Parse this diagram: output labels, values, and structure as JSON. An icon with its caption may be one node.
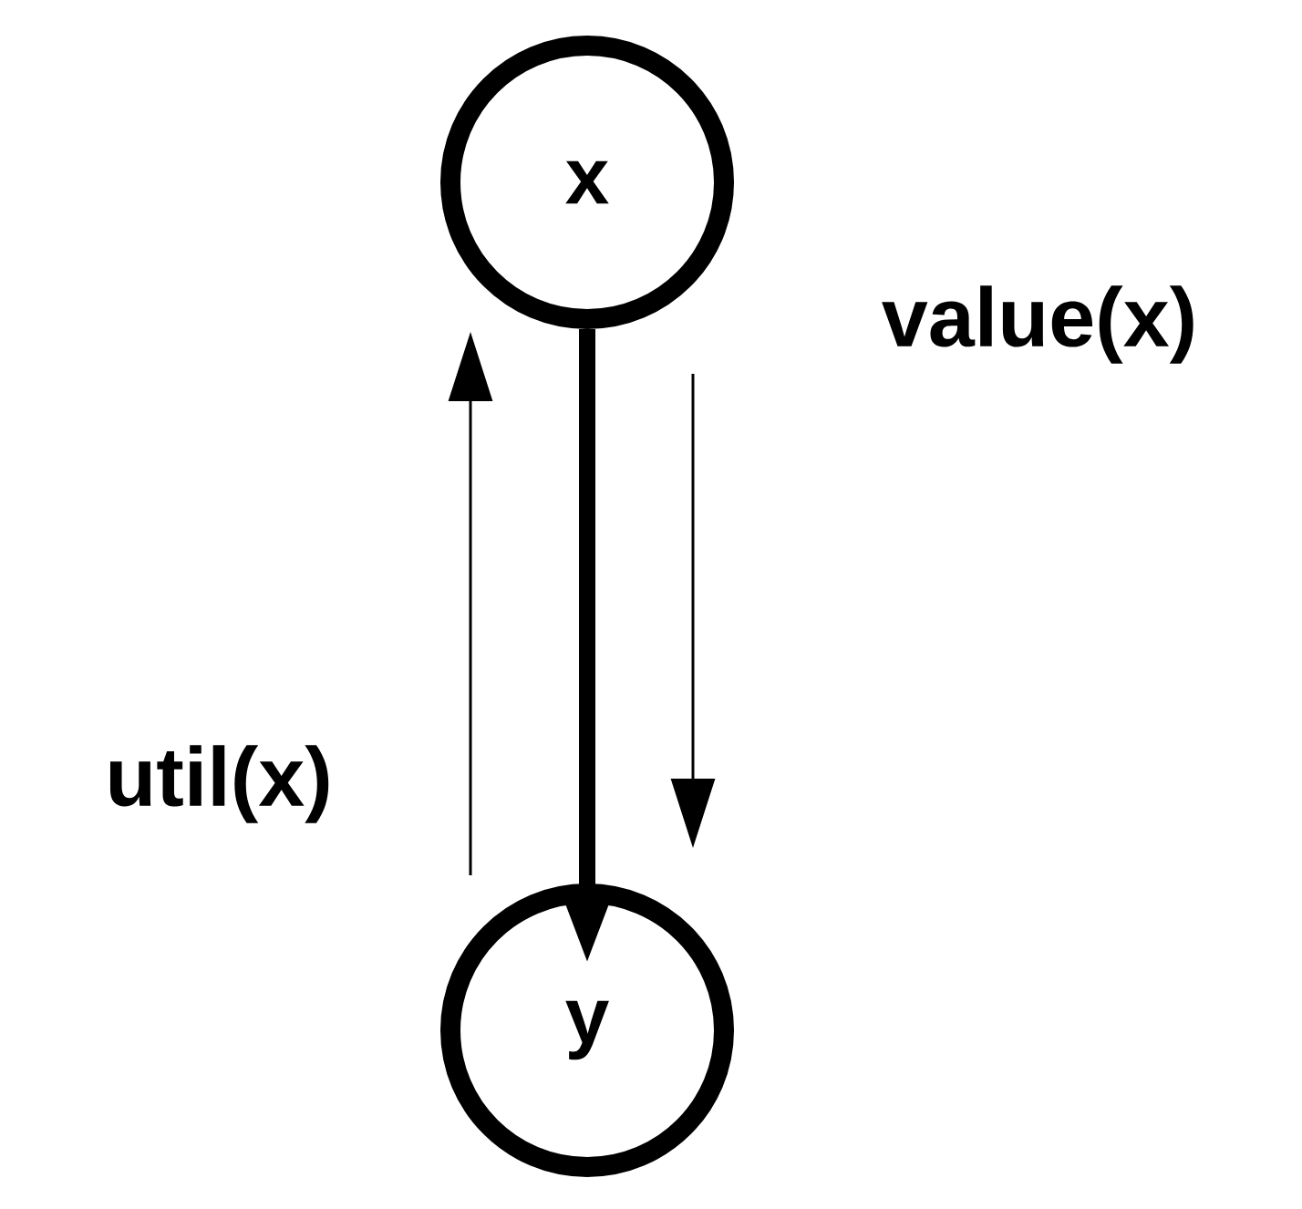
{
  "diagram": {
    "nodes": [
      {
        "text": [
          "x"
        ]
      },
      {
        "text": [
          "y"
        ]
      }
    ],
    "edges": [
      {
        "from": 0,
        "to": 1,
        "arrow": "to",
        "style": "thick"
      },
      {
        "from": 0,
        "to": 1,
        "arrow": "to",
        "label": "value(x)"
      },
      {
        "from": 1,
        "to": 0,
        "arrow": "to",
        "label": "util(x)"
      }
    ]
  }
}
